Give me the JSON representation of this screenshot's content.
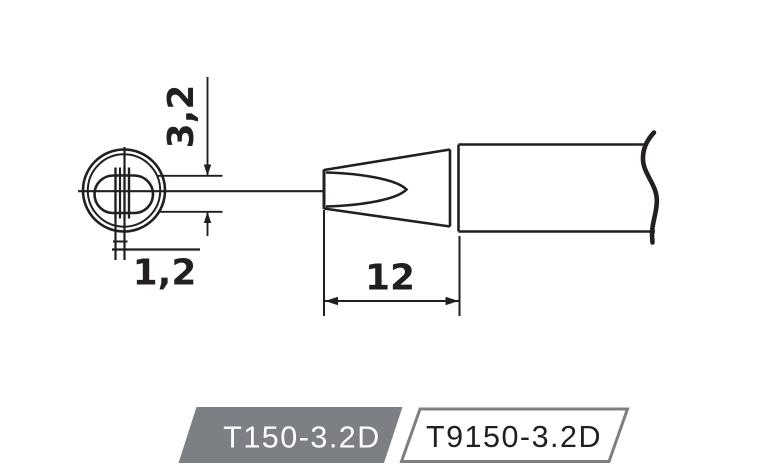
{
  "dimensions": {
    "tip_width_mm": "3,2",
    "edge_thickness_mm": "1,2",
    "tip_length_mm": "12"
  },
  "part_labels": {
    "left": "T150-3.2D",
    "right": "T9150-3.2D"
  },
  "colors": {
    "line": "#231F20",
    "banner_gray": "#7C8084",
    "left_label_text": "#FFFFFF",
    "right_label_bg": "#FFFFFF",
    "right_label_text": "#231F20",
    "background": "#FFFFFF"
  }
}
